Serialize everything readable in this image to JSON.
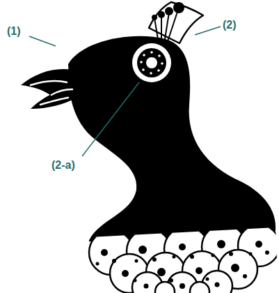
{
  "diagram": {
    "labels": [
      "(1)",
      "(2)",
      "(2-a)"
    ]
  }
}
